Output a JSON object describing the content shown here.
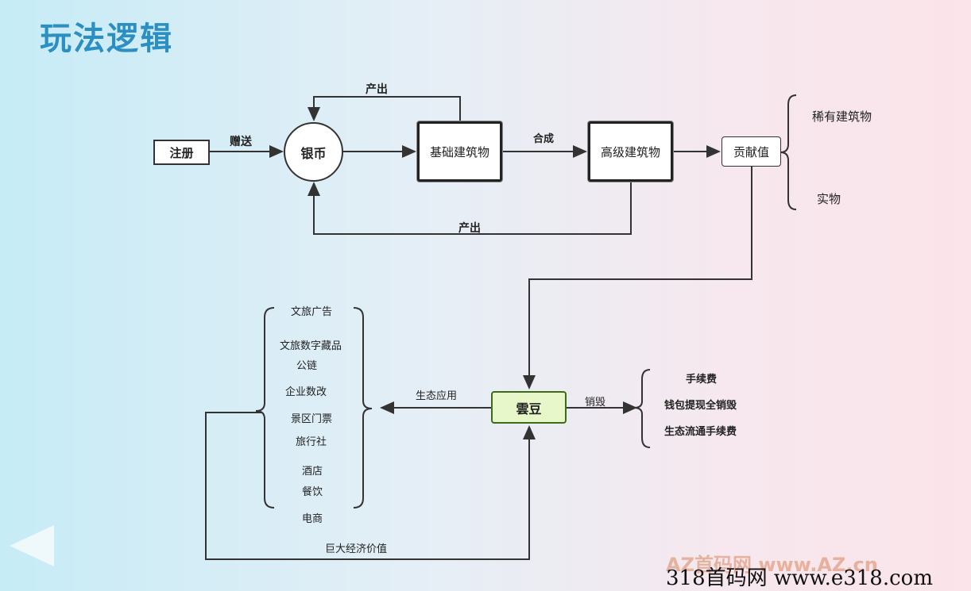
{
  "title": "玩法逻辑",
  "nodes": {
    "register": "注册",
    "silver": "银币",
    "basic": "基础建筑物",
    "advanced": "高级建筑物",
    "contribution": "贡献值",
    "yundou": "雲豆"
  },
  "edges": {
    "gift": "赠送",
    "output_top": "产出",
    "synth": "合成",
    "output_bottom": "产出",
    "eco_app": "生态应用",
    "destroy": "销毁",
    "econ_value": "巨大经济价值"
  },
  "contribution_branches": [
    "稀有建筑物",
    "实物"
  ],
  "eco_apps": [
    "文旅广告",
    "文旅数字藏品",
    "公链",
    "企业数改",
    "景区门票",
    "旅行社",
    "酒店",
    "餐饮",
    "电商"
  ],
  "destroy_items": [
    "手续费",
    "钱包提现全销毁",
    "生态流通手续费"
  ],
  "watermark": {
    "main": "318首码网  www.e318.com",
    "faded": "AZ首码网   www.AZ.cn"
  }
}
